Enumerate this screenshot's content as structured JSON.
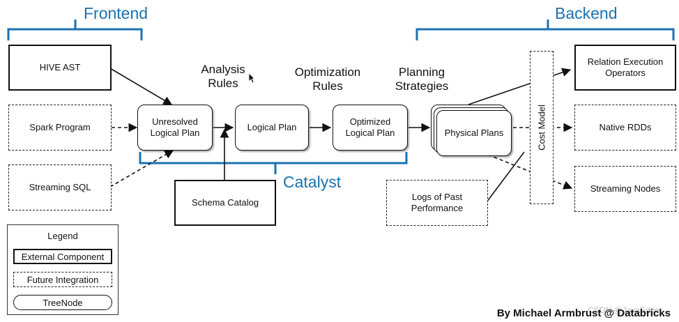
{
  "sections": {
    "frontend": "Frontend",
    "backend": "Backend",
    "catalyst": "Catalyst"
  },
  "inputs": {
    "hive_ast": "HIVE AST",
    "spark_program": "Spark Program",
    "streaming_sql": "Streaming SQL"
  },
  "stage_labels": {
    "analysis": "Analysis\nRules",
    "optimization": "Optimization\nRules",
    "planning": "Planning\nStrategies"
  },
  "nodes": {
    "unresolved": "Unresolved\nLogical Plan",
    "logical": "Logical Plan",
    "optimized": "Optimized\nLogical Plan",
    "physical": "Physical Plans",
    "schema_catalog": "Schema Catalog",
    "logs": "Logs of Past\nPerformance",
    "cost_model": "Cost Model"
  },
  "outputs": {
    "relation": "Relation Execution\nOperators",
    "native_rdds": "Native RDDs",
    "streaming_nodes": "Streaming Nodes"
  },
  "legend": {
    "title": "Legend",
    "external": "External Component",
    "future": "Future Integration",
    "treenode": "TreeNode"
  },
  "credit": "By Michael Armbrust @ Databricks",
  "watermark": "CSDN @JavaEdge",
  "colors": {
    "accent": "#1a72b0",
    "ink": "#111111"
  }
}
